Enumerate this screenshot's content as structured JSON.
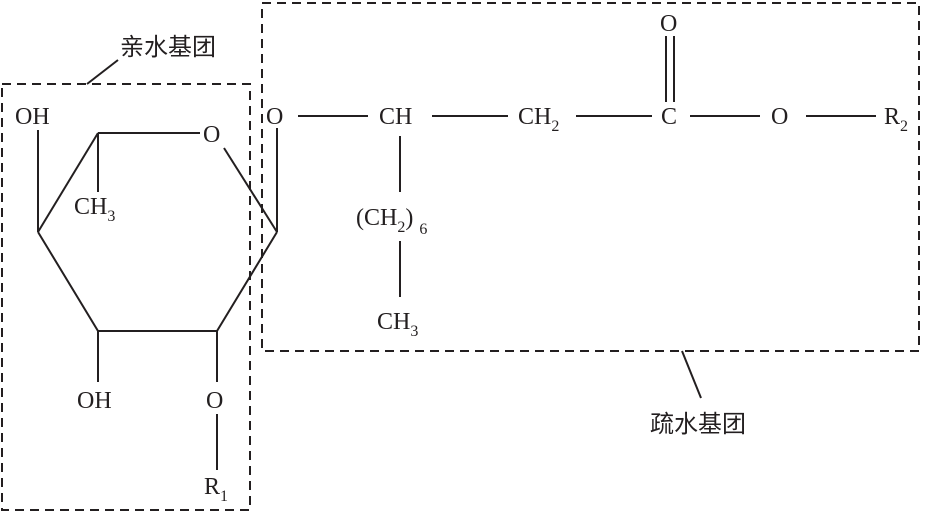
{
  "groups": {
    "hydrophilic": "亲水基团",
    "hydrophobic": "疏水基团"
  },
  "ring": {
    "oh_top": "OH",
    "ring_oxygen": "O",
    "methyl": "CH",
    "methyl_sub": "3",
    "oh_bottom": "OH",
    "ether_oxygen": "O",
    "r1": "R",
    "r1_sub": "1"
  },
  "chain": {
    "glycoside_oxygen": "O",
    "ch": "CH",
    "ch2": "CH",
    "ch2_sub": "2",
    "carbonyl_c": "C",
    "carbonyl_o": "O",
    "ester_o": "O",
    "r2": "R",
    "r2_sub": "2",
    "side_chain_open": "(CH",
    "side_chain_sub": "2",
    "side_chain_close": ")",
    "side_chain_repeat": "6",
    "terminal": "CH",
    "terminal_sub": "3"
  }
}
